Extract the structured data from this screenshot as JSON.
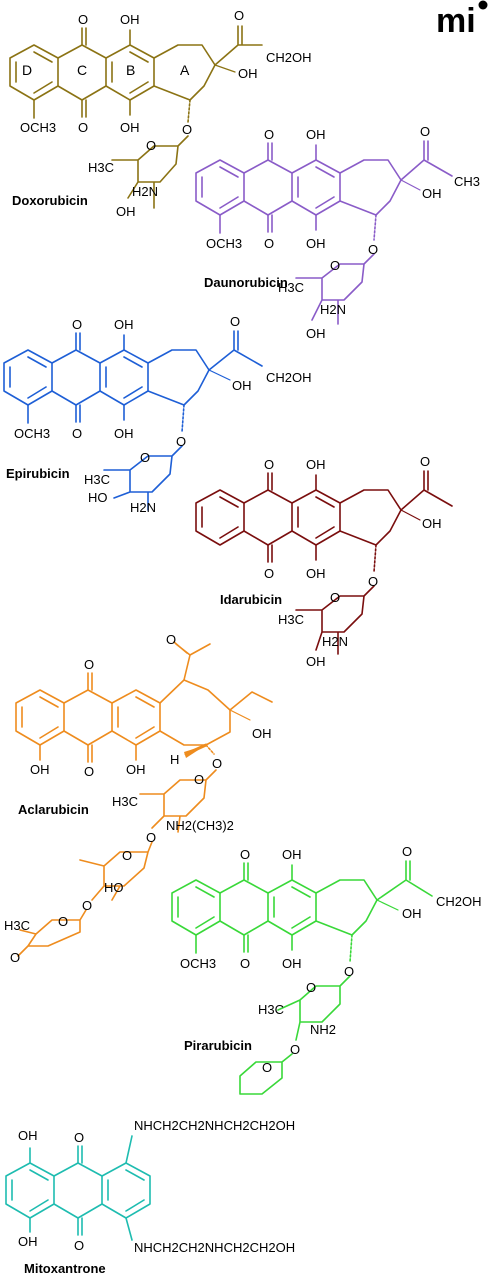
{
  "logo": {
    "text": "mi"
  },
  "colors": {
    "doxorubicin": "#8B7314",
    "daunorubicin": "#8A5CC8",
    "epirubicin": "#1E5FD6",
    "idarubicin": "#7A0E0E",
    "aclarubicin": "#EE8C1E",
    "pirarubicin": "#39D839",
    "mitoxantrone": "#1EBCB0",
    "labels": "#000000"
  },
  "molecules": [
    {
      "name": "Doxorubicin",
      "ring_letters": [
        "D",
        "C",
        "B",
        "A"
      ],
      "labels": {
        "o_top_left": "O",
        "oh_top": "OH",
        "o_side": "O",
        "ch2oh": "CH2OH",
        "oh_ring": "OH",
        "o_bottom": "O",
        "oh_bottom": "OH",
        "och3": "OCH3",
        "o_glyco": "O",
        "o_sugar": "O",
        "h3c": "H3C",
        "h2n": "H2N",
        "oh_sugar": "OH"
      }
    },
    {
      "name": "Daunorubicin",
      "labels": {
        "o_top": "O",
        "oh_top": "OH",
        "o_side": "O",
        "ch3": "CH3",
        "oh_ring": "OH",
        "o_bottom": "O",
        "oh_bottom": "OH",
        "och3": "OCH3",
        "o_glyco": "O",
        "o_sugar": "O",
        "h3c": "H3C",
        "h2n": "H2N",
        "oh_sugar": "OH"
      }
    },
    {
      "name": "Epirubicin",
      "labels": {
        "o_top": "O",
        "oh_top": "OH",
        "o_side": "O",
        "ch2oh": "CH2OH",
        "oh_ring": "OH",
        "o_bottom": "O",
        "oh_bottom": "OH",
        "och3": "OCH3",
        "o_glyco": "O",
        "o_sugar": "O",
        "h3c": "H3C",
        "h2n": "H2N",
        "ho_sugar": "HO"
      }
    },
    {
      "name": "Idarubicin",
      "labels": {
        "o_top": "O",
        "oh_top": "OH",
        "o_side": "O",
        "oh_ring": "OH",
        "o_bottom": "O",
        "oh_bottom": "OH",
        "o_glyco": "O",
        "o_sugar": "O",
        "h3c": "H3C",
        "h2n": "H2N",
        "oh_sugar": "OH"
      }
    },
    {
      "name": "Aclarubicin",
      "labels": {
        "o_acetyl": "O",
        "o_top": "O",
        "oh_ring": "OH",
        "o_bottom": "O",
        "oh_left": "OH",
        "oh_mid": "OH",
        "h": "H",
        "o_glyco": "O",
        "o_sugar1": "O",
        "h3c": "H3C",
        "nme2": "NH2(CH3)2",
        "o_link1": "O",
        "o_sugar2": "O",
        "ho": "HO",
        "o_link2": "O",
        "o_sugar3": "O",
        "h3c_2": "H3C",
        "o_keto": "O"
      }
    },
    {
      "name": "Pirarubicin",
      "labels": {
        "o_top": "O",
        "oh_top": "OH",
        "o_side": "O",
        "ch2oh": "CH2OH",
        "oh_ring": "OH",
        "o_bottom": "O",
        "oh_bottom": "OH",
        "och3": "OCH3",
        "o_glyco": "O",
        "o_sugar": "O",
        "h3c": "H3C",
        "nh2": "NH2",
        "o_link": "O",
        "o_thp": "O"
      }
    },
    {
      "name": "Mitoxantrone",
      "labels": {
        "oh_top": "OH",
        "o_top": "O",
        "chain_top": "NHCH2CH2NHCH2CH2OH",
        "oh_bottom": "OH",
        "o_bottom": "O",
        "chain_bottom": "NHCH2CH2NHCH2CH2OH"
      }
    }
  ]
}
